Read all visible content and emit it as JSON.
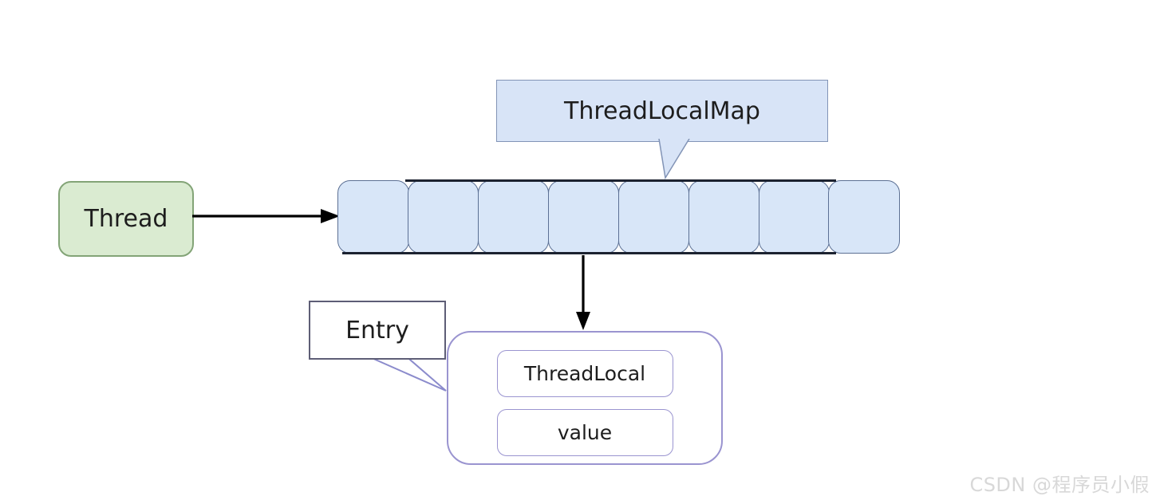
{
  "diagram": {
    "title_callout": {
      "label": "ThreadLocalMap"
    },
    "thread_box": {
      "label": "Thread"
    },
    "array": {
      "cell_count": 8
    },
    "entry_callout": {
      "label": "Entry"
    },
    "entry_box": {
      "fields": [
        {
          "label": "ThreadLocal"
        },
        {
          "label": "value"
        }
      ]
    }
  },
  "watermark": {
    "text": "CSDN @程序员小假"
  },
  "colors": {
    "cell_fill": "#d8e6f8",
    "cell_border": "#5c7094",
    "line_dark": "#1c2230",
    "callout_fill": "#d8e4f7",
    "callout_border": "#8294b6",
    "thread_fill": "#daebd1",
    "thread_border": "#83a477",
    "purple_border": "#9a94d0",
    "entry_callout_border": "#5e5e76",
    "tail_stroke": "#8b8bcc",
    "arrow_color": "#000000",
    "text_color": "#1d1d1d",
    "watermark_color": "#d8d8d8"
  }
}
